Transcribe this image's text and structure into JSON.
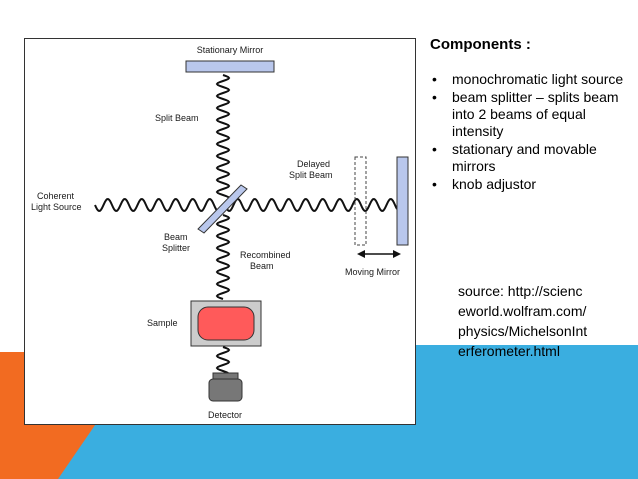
{
  "diagram": {
    "labels": {
      "stationary_mirror": "Stationary Mirror",
      "split_beam": "Split Beam",
      "delayed_split_beam_1": "Delayed",
      "delayed_split_beam_2": "Split Beam",
      "coherent_light_1": "Coherent",
      "coherent_light_2": "Light Source",
      "beam_splitter_1": "Beam",
      "beam_splitter_2": "Splitter",
      "recombined_beam_1": "Recombined",
      "recombined_beam_2": "Beam",
      "moving_mirror": "Moving Mirror",
      "sample": "Sample",
      "detector": "Detector"
    },
    "colors": {
      "mirror_fill": "#b9c7ec",
      "sample_fill": "#ff5a5a",
      "sample_box": "#cccccc",
      "detector": "#777777"
    }
  },
  "components": {
    "title": "Components :",
    "items": [
      "monochromatic light source",
      "beam splitter – splits beam into 2 beams of equal intensity",
      "stationary and movable mirrors",
      "knob adjustor"
    ]
  },
  "source_note": "source: http://scienceworld.wolfram.com/physics/MichelsonInterferometer.html",
  "theme": {
    "orange": "#f26b21",
    "blue": "#3aaee0"
  }
}
